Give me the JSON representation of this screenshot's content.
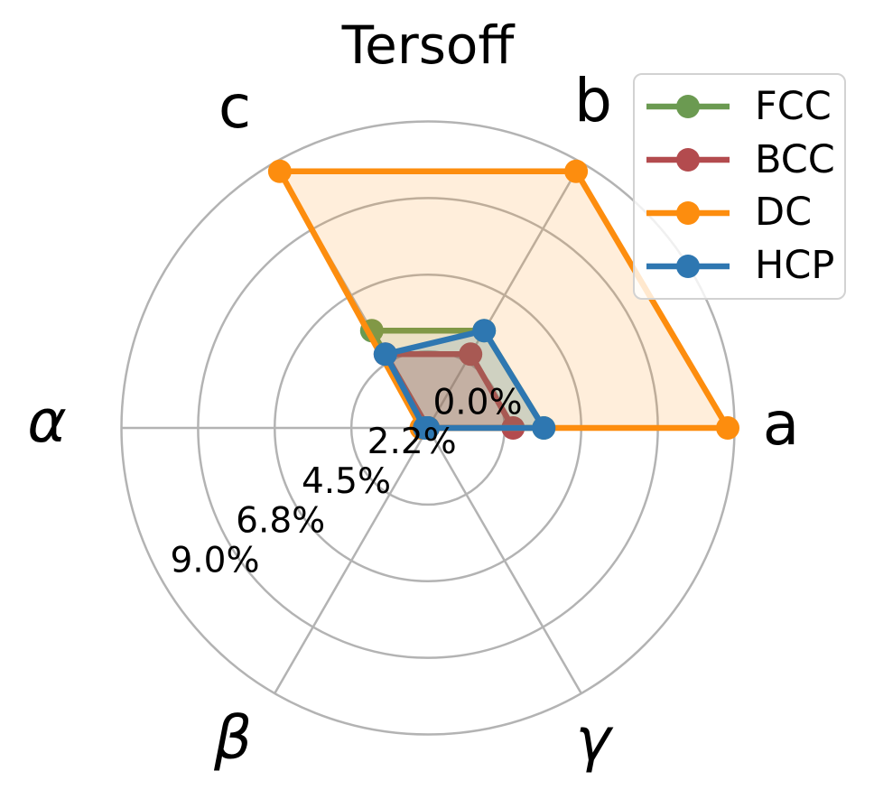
{
  "title": "Tersoff",
  "chart_data": {
    "type": "radar",
    "unit": "%",
    "categories": [
      "a",
      "b",
      "c",
      "α",
      "β",
      "γ"
    ],
    "angles_deg": [
      0,
      60,
      120,
      180,
      240,
      300
    ],
    "r_max": 9.0,
    "r_ticks": [
      {
        "label": "0.0%",
        "value": 0.0
      },
      {
        "label": "2.2%",
        "value": 2.25
      },
      {
        "label": "4.5%",
        "value": 4.5
      },
      {
        "label": "6.8%",
        "value": 6.75
      },
      {
        "label": "9.0%",
        "value": 9.0
      }
    ],
    "series": [
      {
        "name": "FCC",
        "color": "#6b9a51",
        "fill_alpha": 0.15,
        "values": [
          3.4,
          3.3,
          3.3,
          0.0,
          0.0,
          0.0
        ]
      },
      {
        "name": "BCC",
        "color": "#b34b4e",
        "fill_alpha": 0.28,
        "values": [
          2.5,
          2.5,
          2.5,
          0.0,
          0.0,
          0.0
        ]
      },
      {
        "name": "DC",
        "color": "#fd8d0e",
        "fill_alpha": 0.15,
        "values": [
          8.8,
          8.7,
          8.7,
          0.2,
          0.0,
          0.0
        ]
      },
      {
        "name": "HCP",
        "color": "#2e77b1",
        "fill_alpha": 0.15,
        "values": [
          3.4,
          3.3,
          2.5,
          0.1,
          0.0,
          0.0
        ]
      }
    ],
    "grid_color": "#b3b3b3",
    "grid_rings": 4,
    "legend_position": "upper right"
  },
  "legend": {
    "items": [
      {
        "label": "FCC"
      },
      {
        "label": "BCC"
      },
      {
        "label": "DC"
      },
      {
        "label": "HCP"
      }
    ]
  }
}
